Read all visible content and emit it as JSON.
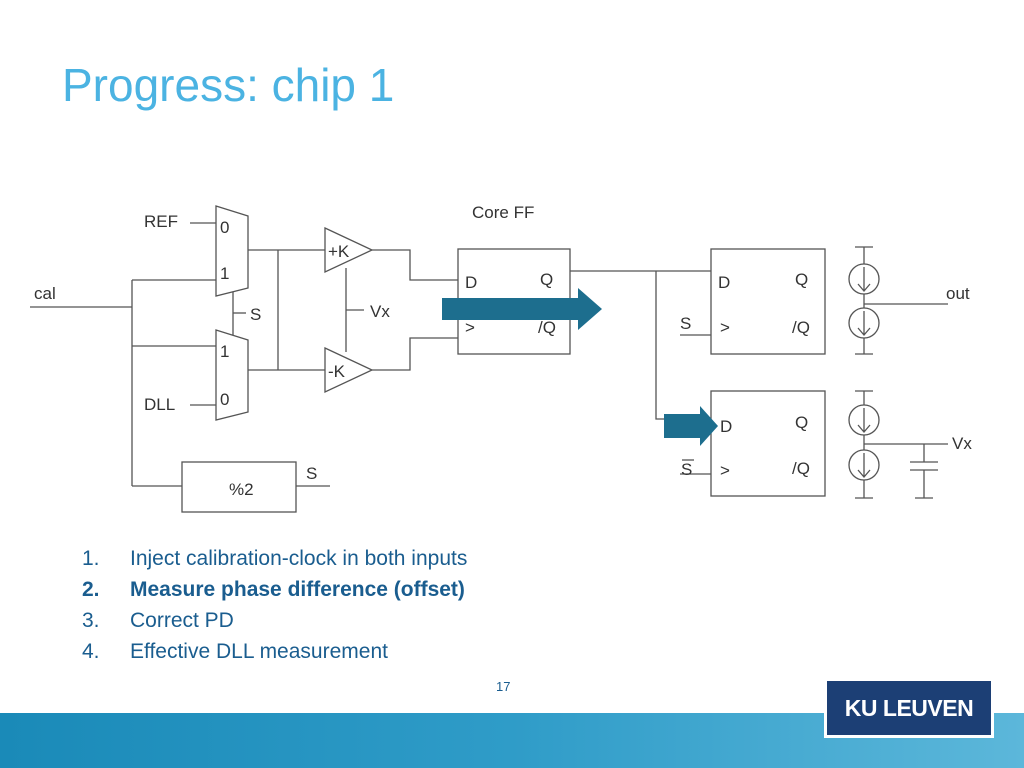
{
  "slide": {
    "title": "Progress: chip 1",
    "page_number": "17",
    "logo_text": "KU LEUVEN"
  },
  "diagram": {
    "labels": {
      "ref": "REF",
      "cal": "cal",
      "dll": "DLL",
      "mux_top_in0": "0",
      "mux_top_in1": "1",
      "mux_bot_in1": "1",
      "mux_bot_in0": "0",
      "mux_select": "S",
      "amp_plus": "+K",
      "amp_minus": "-K",
      "vx_mid": "Vx",
      "core_ff_title": "Core FF",
      "core_d": "D",
      "core_q": "Q",
      "core_clk": ">",
      "core_qb": "/Q",
      "divider": "%2",
      "divider_out": "S",
      "ff1_d": "D",
      "ff1_q": "Q",
      "ff1_clk": ">",
      "ff1_qb": "/Q",
      "ff1_s": "S",
      "ff2_d": "D",
      "ff2_q": "Q",
      "ff2_clk": ">",
      "ff2_qb": "/Q",
      "ff2_sbar": "S",
      "out": "out",
      "vx_out": "Vx"
    },
    "colors": {
      "wire": "#555555",
      "highlight_arrow": "#1d6e8e"
    }
  },
  "steps": [
    {
      "num": "1.",
      "text": "Inject calibration-clock in both inputs",
      "active": false
    },
    {
      "num": "2.",
      "text": "Measure phase difference (offset)",
      "active": true
    },
    {
      "num": "3.",
      "text": "Correct PD",
      "active": false
    },
    {
      "num": "4.",
      "text": "Effective DLL measurement",
      "active": false
    }
  ],
  "theme": {
    "title_color": "#4bb3e2",
    "text_color": "#1a5d8f",
    "logo_bg": "#1c3f75"
  }
}
